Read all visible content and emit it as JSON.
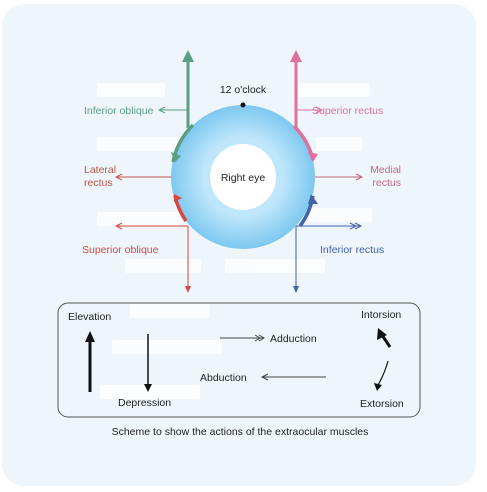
{
  "diagram": {
    "clock_label": "12 o'clock",
    "eye_label": "Right eye",
    "muscles": {
      "inferior_oblique": "Inferior oblique",
      "superior_rectus": "Superior rectus",
      "lateral_rectus_1": "Lateral",
      "lateral_rectus_2": "rectus",
      "medial_rectus_1": "Medial",
      "medial_rectus_2": "rectus",
      "superior_oblique": "Superior oblique",
      "inferior_rectus": "Inferior rectus"
    },
    "legend": {
      "elevation": "Elevation",
      "depression": "Depression",
      "adduction": "Adduction",
      "abduction": "Abduction",
      "intorsion": "Intorsion",
      "extorsion": "Extorsion"
    },
    "caption": "Scheme to show the actions of the extraocular muscles"
  },
  "colors": {
    "inferior_oblique": "#5a9e84",
    "superior_rectus": "#e0709c",
    "lateral_rectus": "#c0564c",
    "medial_rectus": "#c7687e",
    "superior_oblique": "#d9463c",
    "inferior_rectus": "#4462a8",
    "eye_outer": "#8fd0f3",
    "eye_inner": "#ffffff"
  }
}
